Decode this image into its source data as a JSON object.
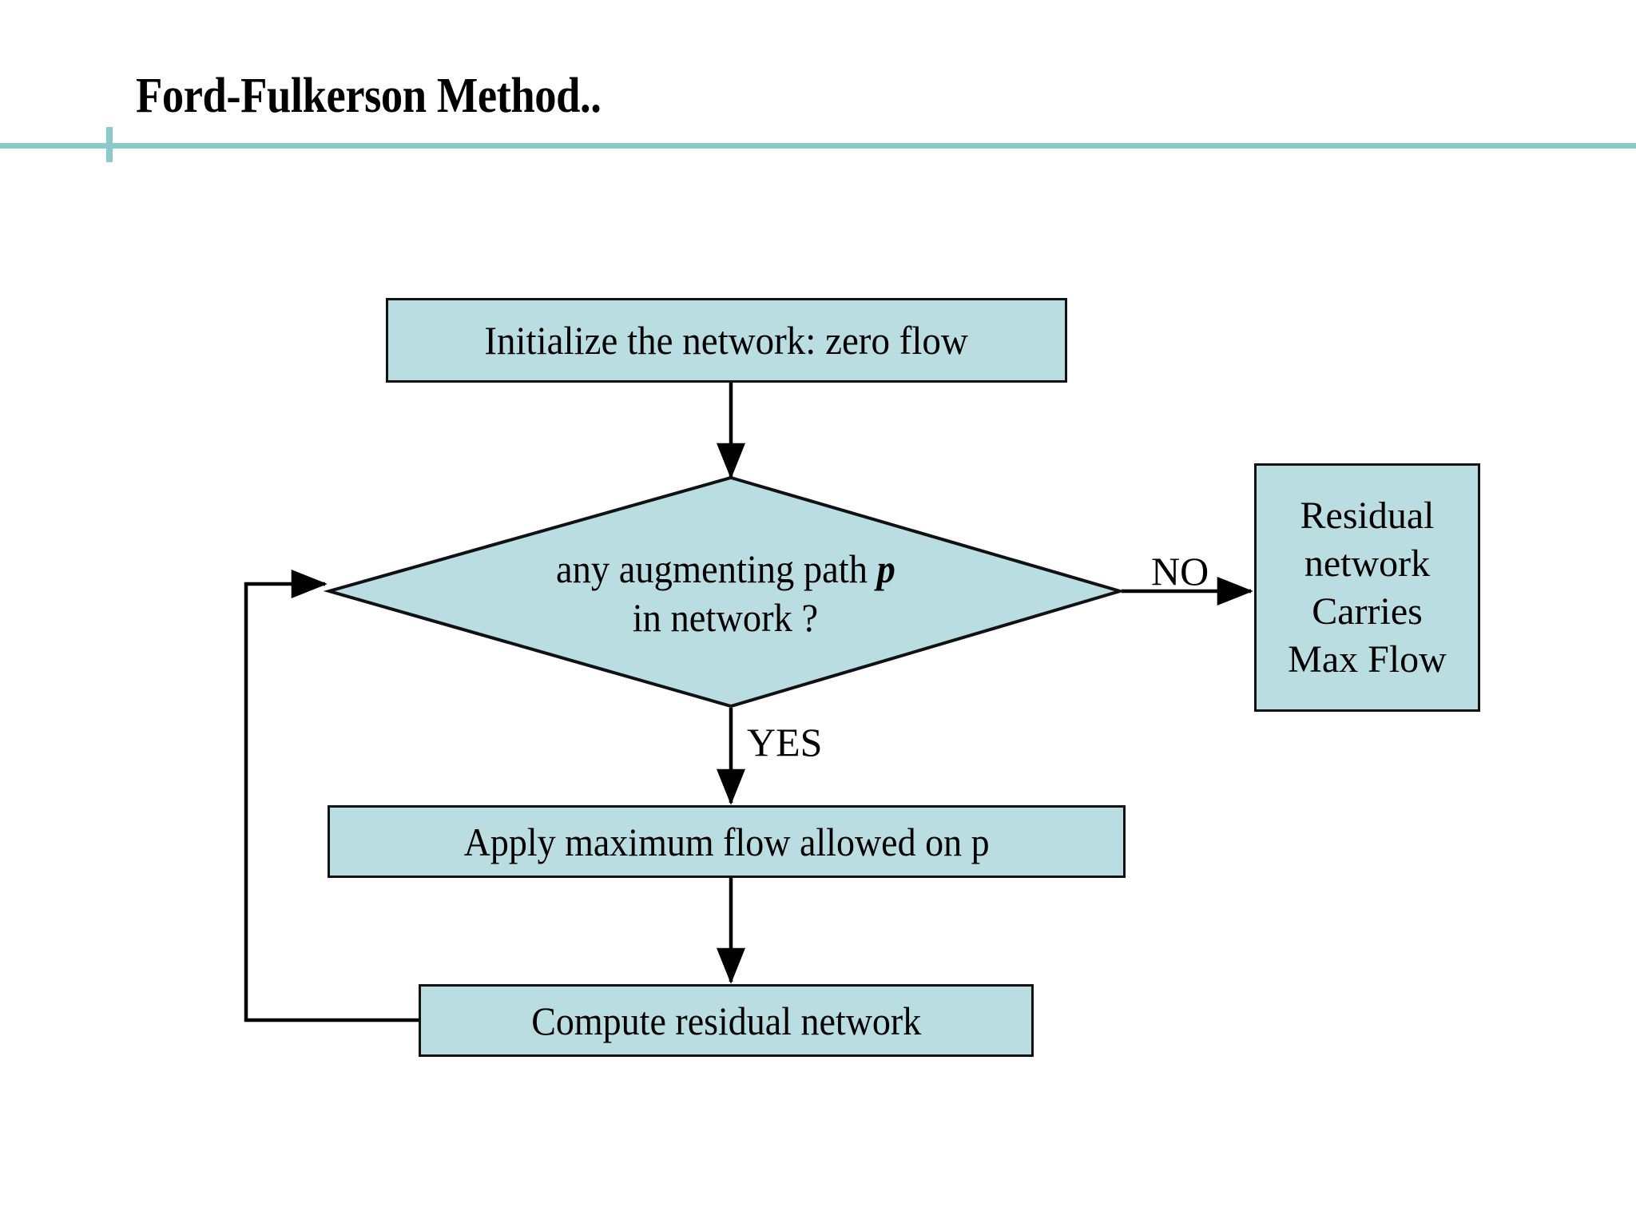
{
  "slide": {
    "title": "Ford-Fulkerson Method..",
    "background_color": "#ffffff",
    "accent_color": "#8cc9ca",
    "node_fill_color": "#b9dde0",
    "node_border_color": "#111111",
    "text_color": "#000000"
  },
  "flowchart": {
    "type": "flowchart",
    "nodes": [
      {
        "id": "initialize",
        "shape": "process",
        "label": "Initialize the network: zero flow"
      },
      {
        "id": "decision",
        "shape": "decision",
        "line1_prefix": "any augmenting path ",
        "line1_emphasis": "p",
        "line2": "in network ?"
      },
      {
        "id": "apply",
        "shape": "process",
        "label": "Apply maximum flow allowed on p"
      },
      {
        "id": "compute",
        "shape": "process",
        "label": "Compute residual network"
      },
      {
        "id": "residual",
        "shape": "process",
        "lines": [
          "Residual",
          "network",
          "Carries",
          "Max Flow"
        ]
      }
    ],
    "edges": [
      {
        "id": "init-to-decision",
        "from": "initialize",
        "to": "decision",
        "label": ""
      },
      {
        "id": "decision-no",
        "from": "decision",
        "to": "residual",
        "label": "NO"
      },
      {
        "id": "decision-yes",
        "from": "decision",
        "to": "apply",
        "label": "YES"
      },
      {
        "id": "apply-to-compute",
        "from": "apply",
        "to": "compute",
        "label": ""
      },
      {
        "id": "compute-feedback",
        "from": "compute",
        "to": "decision",
        "label": ""
      }
    ]
  }
}
